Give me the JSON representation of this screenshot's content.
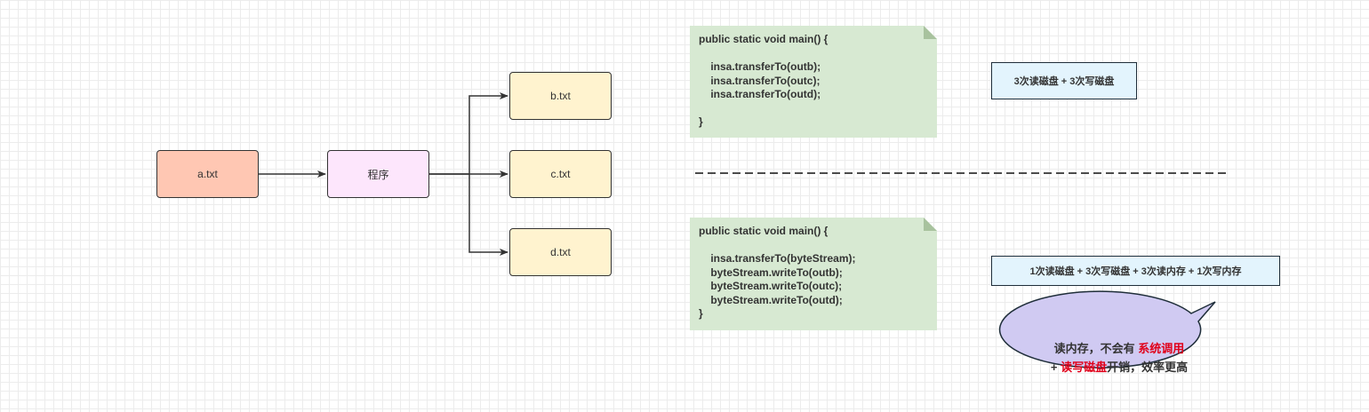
{
  "nodes": {
    "a": "a.txt",
    "program": "程序",
    "b": "b.txt",
    "c": "c.txt",
    "d": "d.txt"
  },
  "notes": [
    {
      "lines": [
        "public static void main() {",
        "",
        "    insa.transferTo(outb);",
        "    insa.transferTo(outc);",
        "    insa.transferTo(outd);",
        "",
        "}"
      ]
    },
    {
      "lines": [
        "public static void main() {",
        "",
        "    insa.transferTo(byteStream);",
        "    byteStream.writeTo(outb);",
        "    byteStream.writeTo(outc);",
        "    byteStream.writeTo(outd);",
        "}"
      ]
    }
  ],
  "info": {
    "first": "3次读磁盘 + 3次写磁盘",
    "second": "1次读磁盘 + 3次写磁盘 + 3次读内存 + 1次写内存"
  },
  "bubble": {
    "line1_prefix": "读内存，不会有 ",
    "line1_highlight": "系统调用",
    "line2_prefix": "+ ",
    "line2_highlight": "读写磁盘",
    "line2_suffix": "开销，效率更高"
  },
  "colors": {
    "node_a": "#ffc7b3",
    "node_program": "#fde6fc",
    "node_output": "#fff3cf",
    "note_bg": "#d7e9d2",
    "info_bg": "#e3f4fd",
    "bubble_bg": "#d0caf2",
    "highlight": "#e0001a"
  }
}
